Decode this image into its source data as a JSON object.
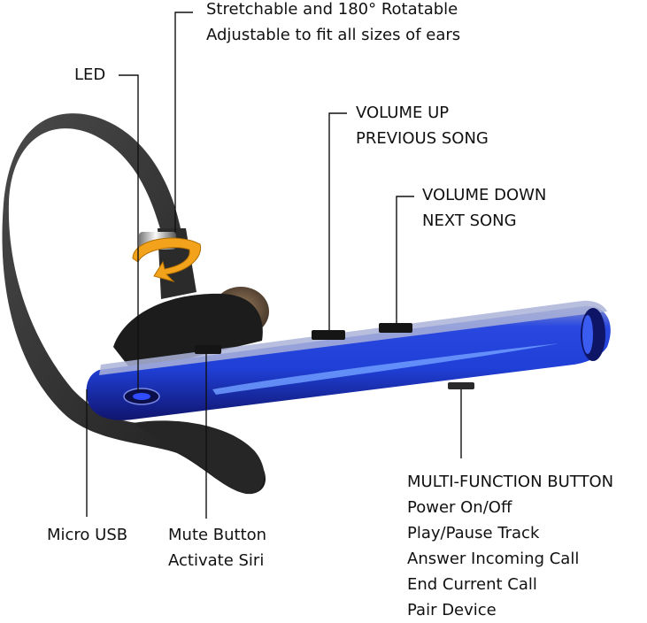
{
  "colors": {
    "background": "#ffffff",
    "text": "#111111",
    "leader_line": "#111111",
    "earhook": "#2a2a2a",
    "body_blue": "#1f3fd6",
    "body_dark": "#10156e",
    "accent_orange": "#f2a31b"
  },
  "callouts": {
    "hook": {
      "lines": [
        "Stretchable and 180° Rotatable",
        "Adjustable to fit all sizes of ears"
      ]
    },
    "led": {
      "lines": [
        "LED"
      ]
    },
    "volume_up": {
      "lines": [
        "VOLUME UP",
        "PREVIOUS SONG"
      ]
    },
    "volume_down": {
      "lines": [
        "VOLUME DOWN",
        "NEXT SONG"
      ]
    },
    "micro_usb": {
      "lines": [
        "Micro USB"
      ]
    },
    "mute": {
      "lines": [
        "Mute Button",
        "Activate Siri"
      ]
    },
    "multi_function": {
      "lines": [
        "MULTI-FUNCTION BUTTON",
        "Power On/Off",
        "Play/Pause Track",
        "Answer Incoming Call",
        "End Current Call",
        "Pair Device"
      ]
    }
  }
}
